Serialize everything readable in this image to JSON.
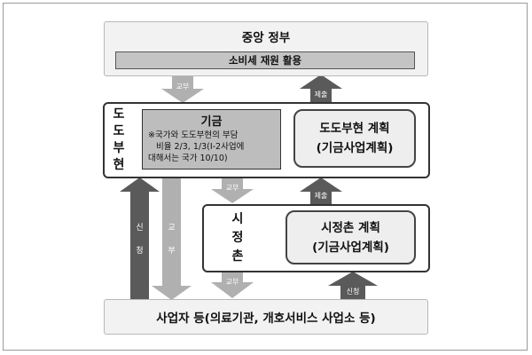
{
  "central_gov": {
    "title": "중앙 정부",
    "banner": "소비세 재원 활용"
  },
  "prefecture": {
    "label_chars": [
      "도",
      "도",
      "부",
      "현"
    ],
    "fund_title": "기금",
    "fund_note_lines": [
      "※국가와 도도부현의 부담",
      "비율 2/3, 1/3(Ⅰ-2사업에",
      "대해서는 국가 10/10)"
    ],
    "plan_line1": "도도부현 계획",
    "plan_line2": "(기금사업계획)"
  },
  "municipality": {
    "label_chars": [
      "시",
      "정",
      "촌"
    ],
    "plan_line1": "시정촌 계획",
    "plan_line2": "(기금사업계획)"
  },
  "operators": {
    "title": "사업자 등(의료기관, 개호서비스 사업소 등)"
  },
  "arrows": {
    "gov_to_pref": "교부",
    "pref_to_gov": "제출",
    "pref_to_muni": "교부",
    "muni_to_pref": "제출",
    "muni_to_ops": "교부",
    "ops_to_muni": "신청",
    "ops_to_pref_chars": [
      "신",
      "청"
    ],
    "pref_to_ops_chars": [
      "교",
      "부"
    ]
  },
  "colors": {
    "arrow_light": "#b0b0b0",
    "arrow_dark": "#5a5a5a",
    "fund_fill": "#bdbdbd",
    "banner_fill": "#c4c4c4"
  }
}
